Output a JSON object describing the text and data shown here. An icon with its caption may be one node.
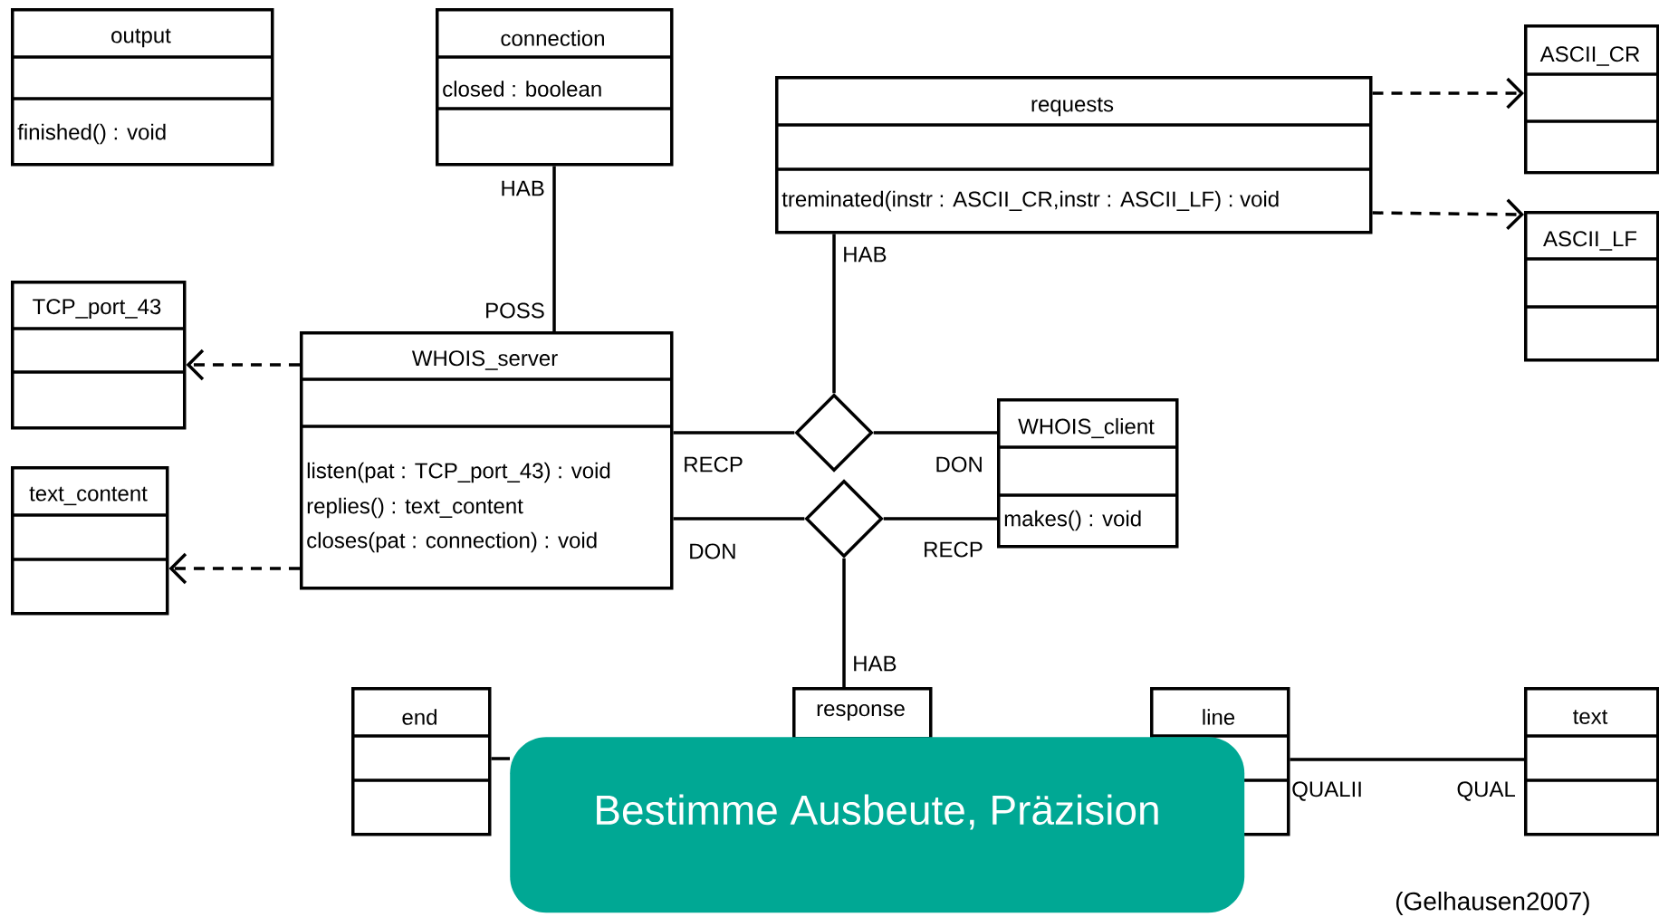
{
  "diagram": {
    "nodes": [
      {
        "text": [
          "output",
          "finished() : void"
        ]
      },
      {
        "text": [
          "connection",
          "closed : boolean"
        ]
      },
      {
        "text": [
          "ASCII_CR"
        ]
      },
      {
        "text": [
          "requests",
          "treminated(instr : ASCII_CR,instr : ASCII_LF) : void"
        ]
      },
      {
        "text": [
          "ASCII_LF"
        ]
      },
      {
        "text": [
          "TCP_port_43"
        ]
      },
      {
        "text": [
          "WHOIS_server",
          "listen(pat : TCP_port_43) : void",
          "replies() : text_content",
          "closes(pat : connection) : void"
        ]
      },
      {
        "text": [],
        "shape": "diamond"
      },
      {
        "text": [
          "WHOIS_client",
          "makes() : void"
        ]
      },
      {
        "text": [
          "text_content"
        ]
      },
      {
        "text": [],
        "shape": "diamond"
      },
      {
        "text": [
          "end"
        ]
      },
      {
        "text": [
          "response"
        ]
      },
      {
        "text": [
          "line"
        ]
      },
      {
        "text": [
          "text"
        ]
      },
      {
        "text": [
          "Bestimme Ausbeute, Präzision"
        ]
      }
    ],
    "edges": [
      {
        "from": 1,
        "to": 6,
        "arrow": "none"
      },
      {
        "from": 3,
        "to": 7,
        "arrow": "none"
      },
      {
        "from": 6,
        "to": 7,
        "arrow": "none"
      },
      {
        "from": 7,
        "to": 8,
        "arrow": "none"
      },
      {
        "from": 6,
        "to": 10,
        "arrow": "none"
      },
      {
        "from": 10,
        "to": 8,
        "arrow": "none"
      },
      {
        "from": 10,
        "to": 12,
        "arrow": "none"
      },
      {
        "from": 6,
        "to": 5,
        "arrow": "to",
        "style": "dashed"
      },
      {
        "from": 6,
        "to": 9,
        "arrow": "to",
        "style": "dashed"
      },
      {
        "from": 3,
        "to": 2,
        "arrow": "to",
        "style": "dashed"
      },
      {
        "from": 3,
        "to": 4,
        "arrow": "to",
        "style": "dashed"
      },
      {
        "from": 11,
        "to": 15,
        "arrow": "none"
      },
      {
        "from": 13,
        "to": 14,
        "arrow": "none"
      }
    ],
    "labels": [
      "HAB",
      "HAB",
      "POSS",
      "RECP",
      "DON",
      "DON",
      "RECP",
      "HAB",
      "QUALII",
      "QUAL",
      "(Gelhausen2007)"
    ]
  }
}
